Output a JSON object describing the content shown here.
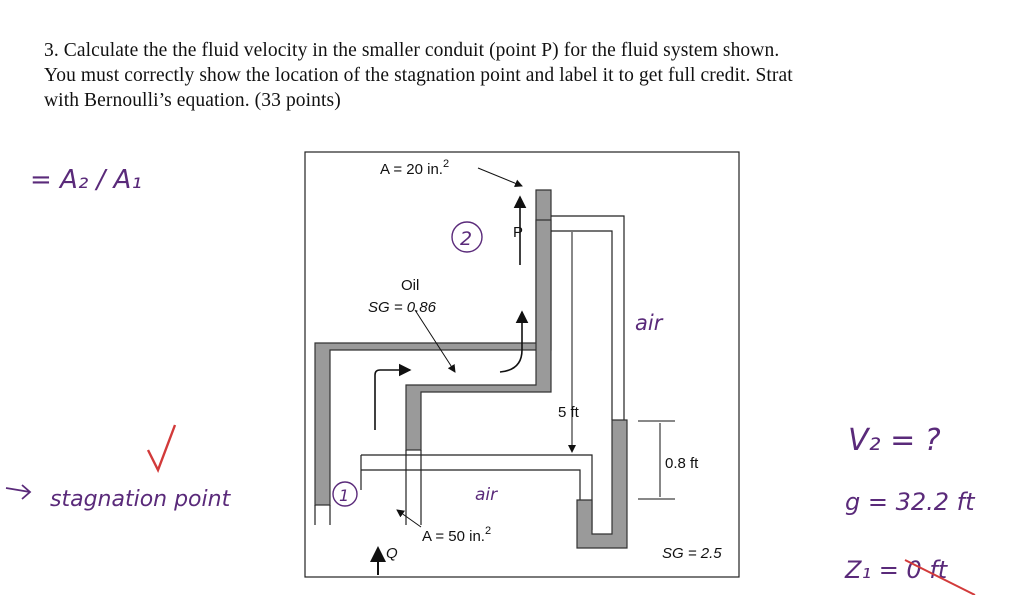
{
  "problem": {
    "line1": "3.   Calculate the the fluid velocity in the smaller conduit (point P) for the fluid system shown.",
    "line2": "You must correctly show the location of the stagnation point and label it to get full credit. Strat",
    "line3": "with Bernoulli’s equation. (33 points)"
  },
  "figure": {
    "area_top": "A = 20 in.",
    "area_top_exp": "2",
    "point_p": "P",
    "fluid": "Oil",
    "sg_oil": "SG = 0.86",
    "height_5ft": "5 ft",
    "height_08ft": "0.8 ft",
    "area_bottom": "A = 50 in.",
    "area_bottom_exp": "2",
    "flow": "Q",
    "sg_manometer": "SG = 2.5"
  },
  "handwriting": {
    "left_eq": "= A₂ / A₁",
    "circle2": "2",
    "air_right": "air",
    "air_bottom": "air",
    "circle1": "1",
    "stagnation": "stagnation point",
    "v2": "V₂ = ?",
    "g": "g = 32.2 ft",
    "z": "Z₁ = 0 ft"
  },
  "colors": {
    "ink": "#5a2a7a",
    "check": "#d23a3a",
    "pipe": "#9a9a9a"
  }
}
